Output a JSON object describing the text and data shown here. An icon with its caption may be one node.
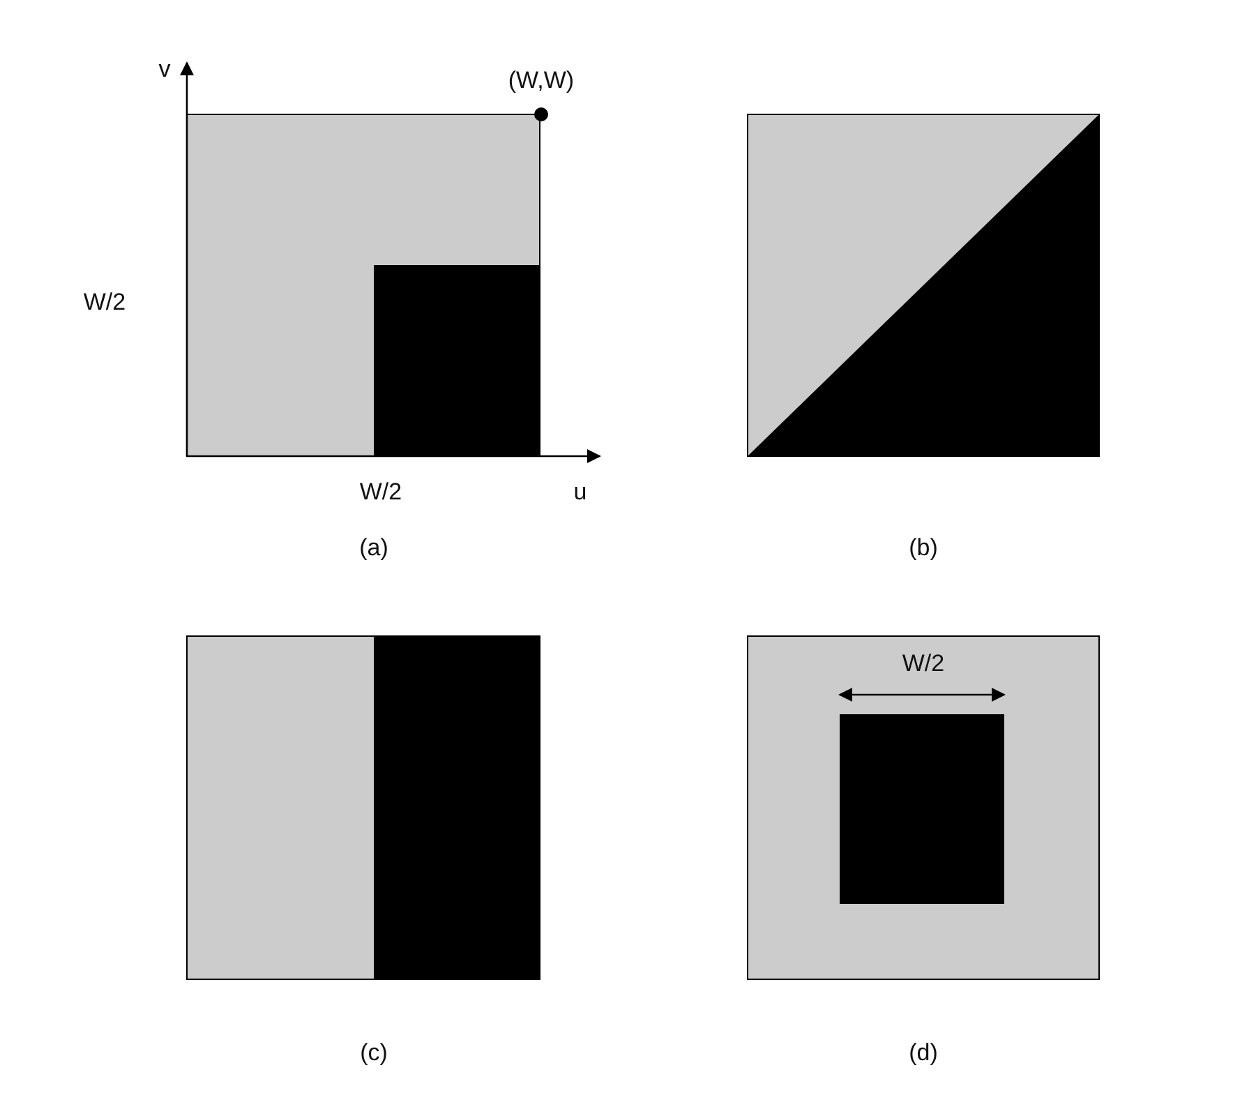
{
  "diagram": {
    "labels": [
      "v",
      "(W,W)",
      "W/2",
      "W/2",
      "u",
      "(a)",
      "(b)",
      "W/2",
      "(c)",
      "(d)"
    ]
  }
}
